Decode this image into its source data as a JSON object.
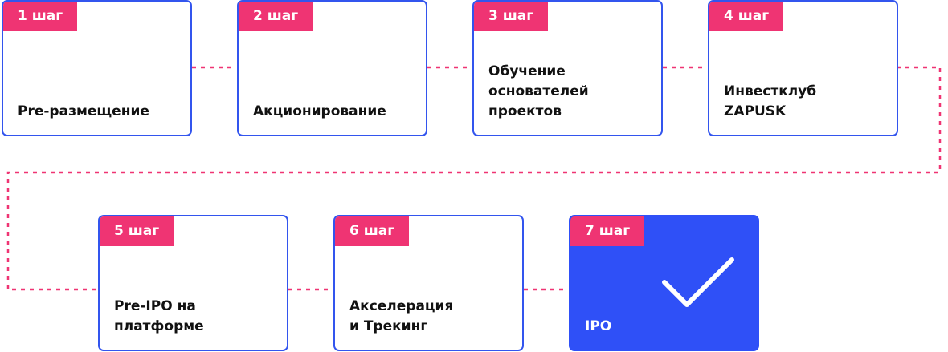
{
  "colors": {
    "card_border": "#3355ee",
    "badge": "#ef3473",
    "connector": "#ef3473",
    "final_card": "#2f50f7",
    "text": "#111111"
  },
  "steps": [
    {
      "badge": "1 шаг",
      "label": "Pre-размещение"
    },
    {
      "badge": "2 шаг",
      "label": "Акционирование"
    },
    {
      "badge": "3 шаг",
      "label": "Обучение\nоснователей\nпроектов"
    },
    {
      "badge": "4 шаг",
      "label": "Инвестклуб\nZAPUSK"
    },
    {
      "badge": "5 шаг",
      "label": "Pre-IPO на\nплатформе"
    },
    {
      "badge": "6 шаг",
      "label": "Акселерация\nи Трекинг"
    },
    {
      "badge": "7 шаг",
      "label": "IPO",
      "icon": "checkmark-icon"
    }
  ]
}
